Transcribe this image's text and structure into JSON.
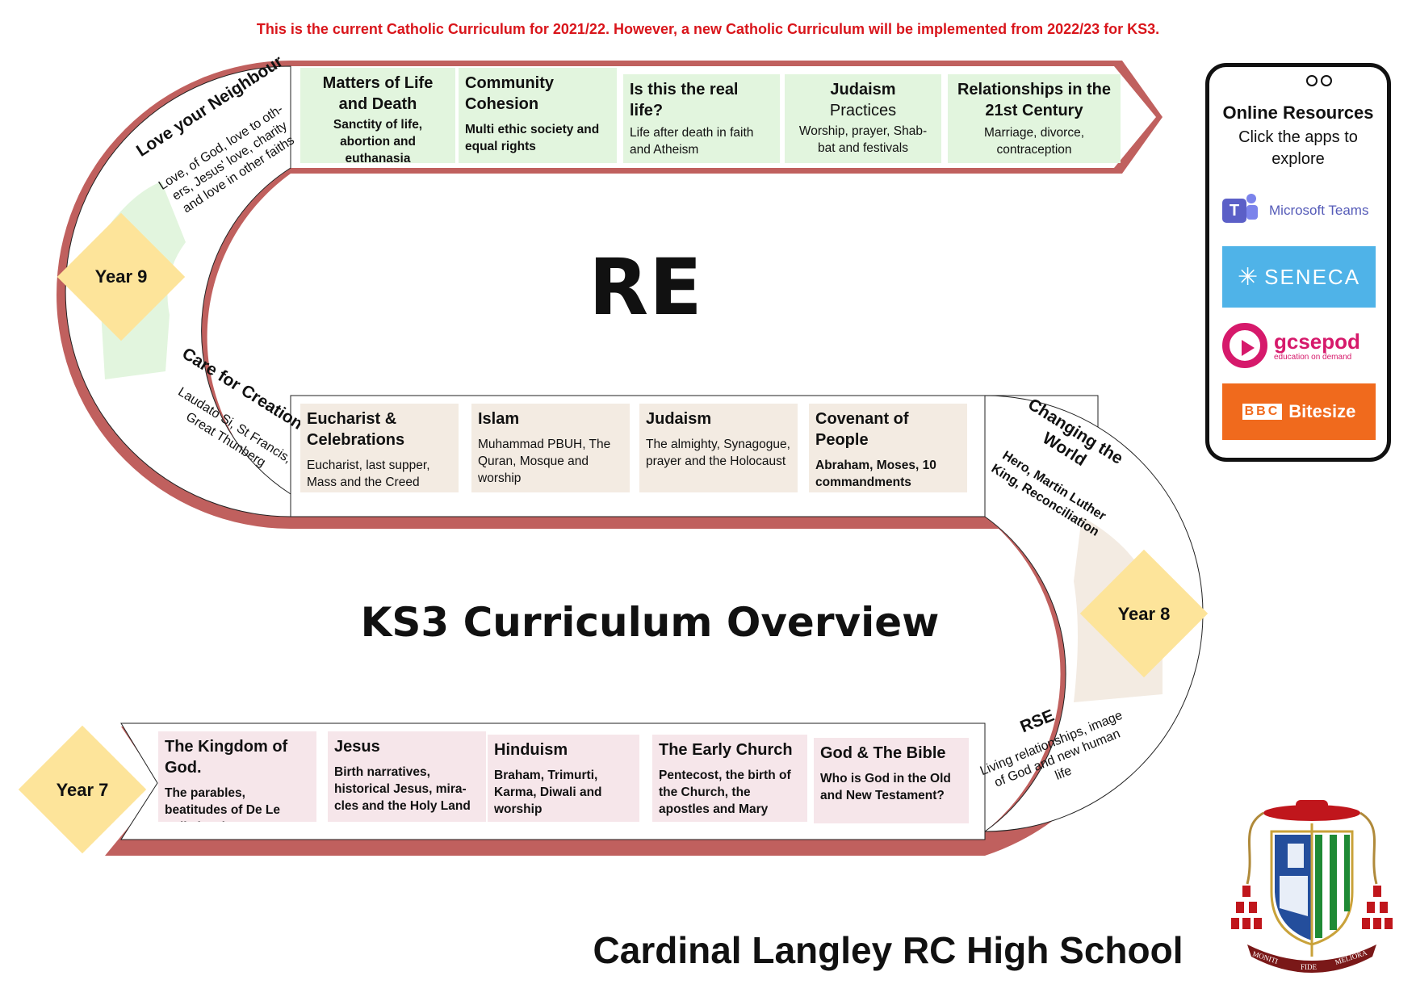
{
  "notice": "This is the current Catholic Curriculum for 2021/22. However, a new Catholic Curriculum will be implemented from 2022/23 for KS3.",
  "subject": "RE",
  "overview_title": "KS3 Curriculum Overview",
  "school_name": "Cardinal Langley RC High School",
  "years": {
    "year9": "Year 9",
    "year8": "Year 8",
    "year7": "Year 7"
  },
  "year9": {
    "curve_title": "Love your Neighbour",
    "curve_desc": [
      "Love, of God, love to oth-",
      "ers, Jesus' love, charity",
      "and love in other faiths"
    ],
    "units": [
      {
        "title": "Matters of Life and Death",
        "desc": "Sanctity of life, abortion and euthanasia"
      },
      {
        "title": "Community Cohesion",
        "desc": "Multi ethic society and equal rights"
      },
      {
        "title": "Is this the real life?",
        "desc": "Life after death  in faith and Atheism"
      },
      {
        "title": "Judaism",
        "subtitle": "Practices",
        "desc": "Worship, prayer, Shab-bat and festivals"
      },
      {
        "title": "Relationships in the 21st Century",
        "desc": "Marriage, divorce, contraception"
      }
    ]
  },
  "year8": {
    "curve_left_title": "Care for Creation",
    "curve_left_desc": [
      "Laudato Si, St Francis,",
      "Great Thunberg"
    ],
    "units": [
      {
        "title": "Eucharist & Celebrations",
        "desc": "Eucharist, last supper, Mass and the Creed"
      },
      {
        "title": "Islam",
        "desc": "Muhammad PBUH, The Quran, Mosque and worship"
      },
      {
        "title": "Judaism",
        "desc": "The almighty, Synagogue, prayer and the Holocaust"
      },
      {
        "title": "Covenant of People",
        "desc": "Abraham, Moses, 10 commandments"
      }
    ],
    "curve_right_title": [
      "Changing the",
      "World"
    ],
    "curve_right_desc": [
      "Hero, Martin Luther",
      "King, Reconciliation"
    ]
  },
  "year7": {
    "units": [
      {
        "title": "The Kingdom of God.",
        "desc": "The parables, beatitudes of De Le Salle brothers"
      },
      {
        "title": "Jesus",
        "desc": "Birth narratives, historical Jesus, mira-cles and the Holy Land"
      },
      {
        "title": "Hinduism",
        "desc": "Braham, Trimurti, Karma, Diwali and worship"
      },
      {
        "title": "The Early Church",
        "desc": "Pentecost, the birth of the Church, the apostles and Mary"
      },
      {
        "title": "God &  The Bible",
        "desc": "Who is God in the Old and New Testament?"
      }
    ],
    "curve_title": "RSE",
    "curve_desc": [
      "Living relationships, image",
      "of God and new human",
      "life"
    ]
  },
  "online": {
    "title": "Online Resources",
    "subtitle": "Click the apps to explore",
    "apps": [
      {
        "name": "Microsoft Teams",
        "icon": "teams-icon",
        "color": "#5b5fc7"
      },
      {
        "name": "SENECA",
        "icon": "seneca-icon",
        "color": "#4fb3e8"
      },
      {
        "name": "gcsepod",
        "tagline": "education on demand",
        "icon": "gcsepod-icon",
        "color": "#d6196b"
      },
      {
        "name": "Bitesize",
        "badge": "BBC",
        "icon": "bbc-icon",
        "color": "#f06a1d"
      }
    ]
  },
  "crest": {
    "motto": [
      "MONITI",
      "FIDE",
      "MELIORA"
    ]
  },
  "colors": {
    "road_border": "#c0605e",
    "year_diamond": "#fde49a",
    "notice": "#d9151b",
    "year9_boxes": "#e2f5de",
    "year8_boxes": "#f3ebe2",
    "year7_boxes": "#f6e6ea"
  }
}
